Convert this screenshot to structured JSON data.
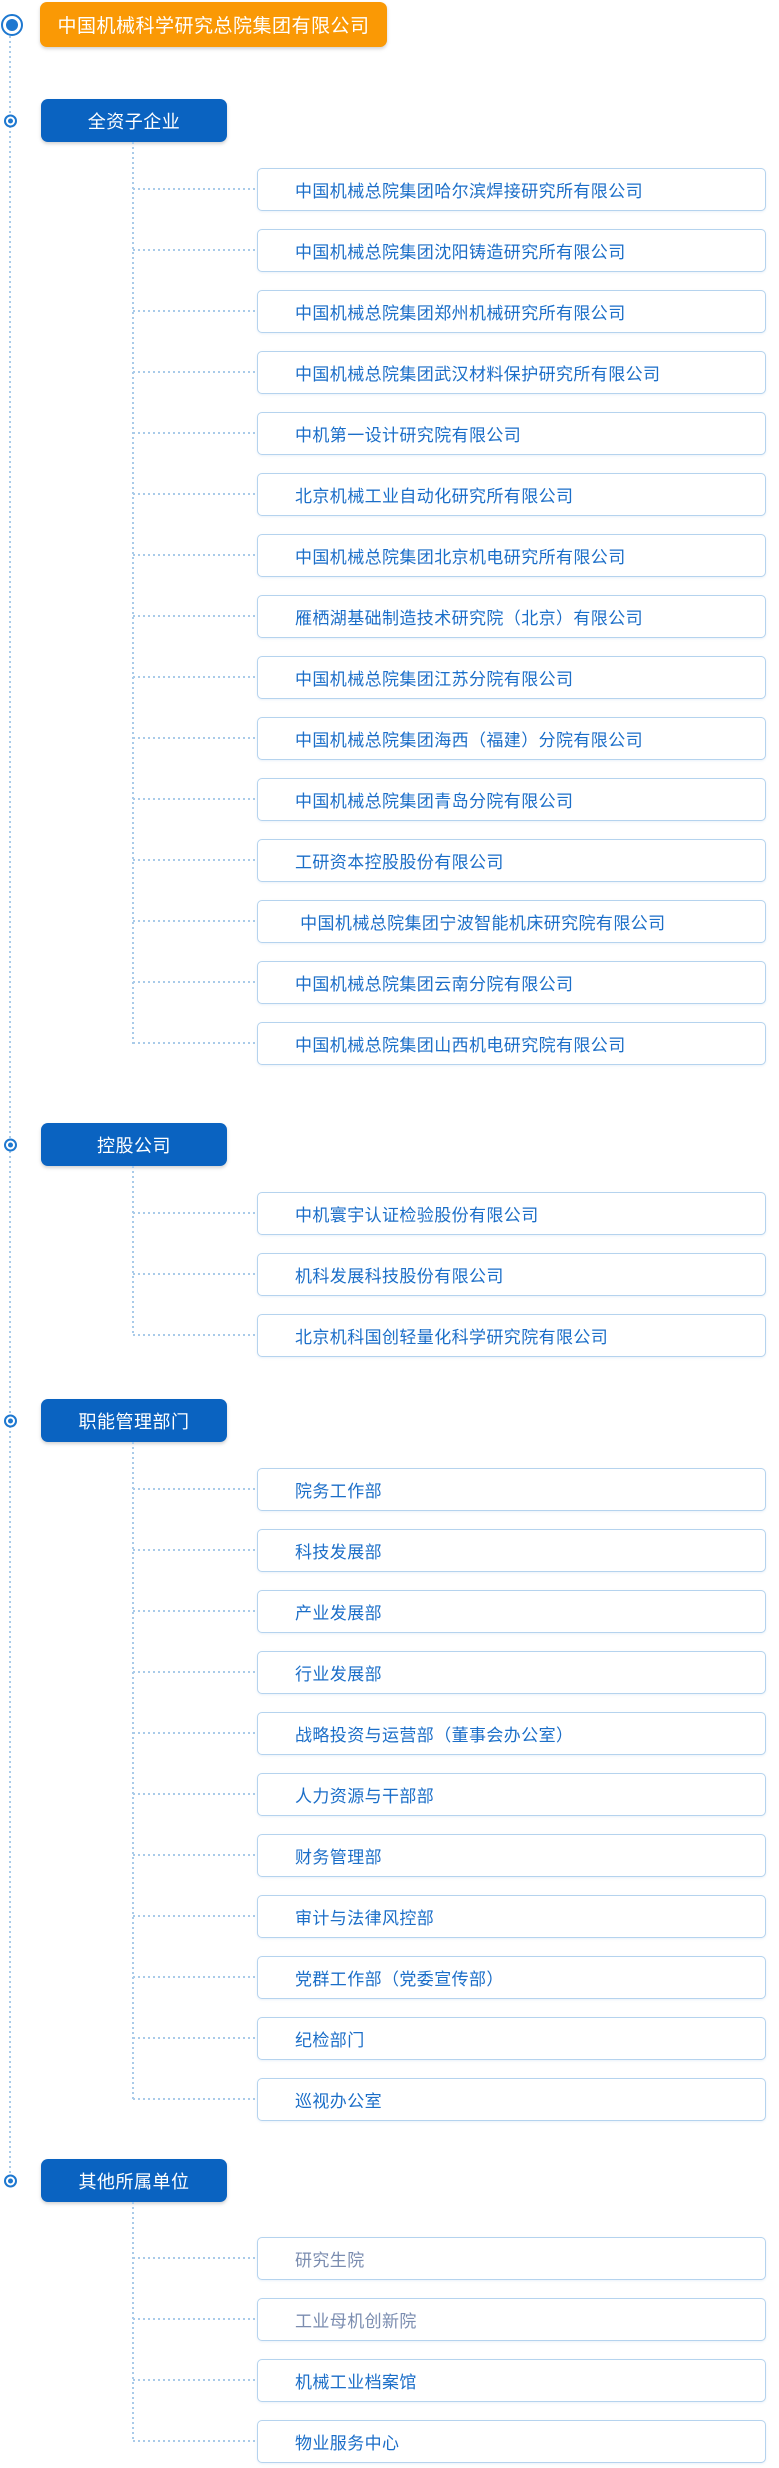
{
  "root": {
    "title": "中国机械科学研究总院集团有限公司"
  },
  "sections": [
    {
      "label": "全资子企业",
      "items": [
        {
          "label": "中国机械总院集团哈尔滨焊接研究所有限公司"
        },
        {
          "label": "中国机械总院集团沈阳铸造研究所有限公司"
        },
        {
          "label": "中国机械总院集团郑州机械研究所有限公司"
        },
        {
          "label": "中国机械总院集团武汉材料保护研究所有限公司"
        },
        {
          "label": "中机第一设计研究院有限公司"
        },
        {
          "label": "北京机械工业自动化研究所有限公司"
        },
        {
          "label": "中国机械总院集团北京机电研究所有限公司"
        },
        {
          "label": "雁栖湖基础制造技术研究院（北京）有限公司"
        },
        {
          "label": "中国机械总院集团江苏分院有限公司"
        },
        {
          "label": "中国机械总院集团海西（福建）分院有限公司"
        },
        {
          "label": "中国机械总院集团青岛分院有限公司"
        },
        {
          "label": "工研资本控股股份有限公司"
        },
        {
          "label": " 中国机械总院集团宁波智能机床研究院有限公司"
        },
        {
          "label": "中国机械总院集团云南分院有限公司"
        },
        {
          "label": "中国机械总院集团山西机电研究院有限公司"
        }
      ]
    },
    {
      "label": "控股公司",
      "items": [
        {
          "label": "中机寰宇认证检验股份有限公司"
        },
        {
          "label": "机科发展科技股份有限公司"
        },
        {
          "label": "北京机科国创轻量化科学研究院有限公司"
        }
      ]
    },
    {
      "label": "职能管理部门",
      "items": [
        {
          "label": "院务工作部"
        },
        {
          "label": "科技发展部"
        },
        {
          "label": "产业发展部"
        },
        {
          "label": "行业发展部"
        },
        {
          "label": "战略投资与运营部（董事会办公室）"
        },
        {
          "label": "人力资源与干部部"
        },
        {
          "label": "财务管理部"
        },
        {
          "label": "审计与法律风控部"
        },
        {
          "label": "党群工作部（党委宣传部）"
        },
        {
          "label": "纪检部门"
        },
        {
          "label": "巡视办公室"
        }
      ]
    },
    {
      "label": "其他所属单位",
      "items": [
        {
          "label": "研究生院",
          "muted": true
        },
        {
          "label": "工业母机创新院",
          "muted": true
        },
        {
          "label": "机械工业档案馆"
        },
        {
          "label": "物业服务中心"
        }
      ]
    }
  ],
  "icons": {
    "root_bullet": "radio-bullet-icon",
    "section_bullet": "radio-bullet-icon"
  },
  "colors": {
    "root_bg": "#fa9905",
    "section_bg": "#0a63c1",
    "item_text": "#1b6ec8",
    "item_text_muted": "#7b8db0",
    "item_border": "#b5d3ee",
    "connector": "#a9cbe9",
    "bullet": "#1e78d0"
  }
}
